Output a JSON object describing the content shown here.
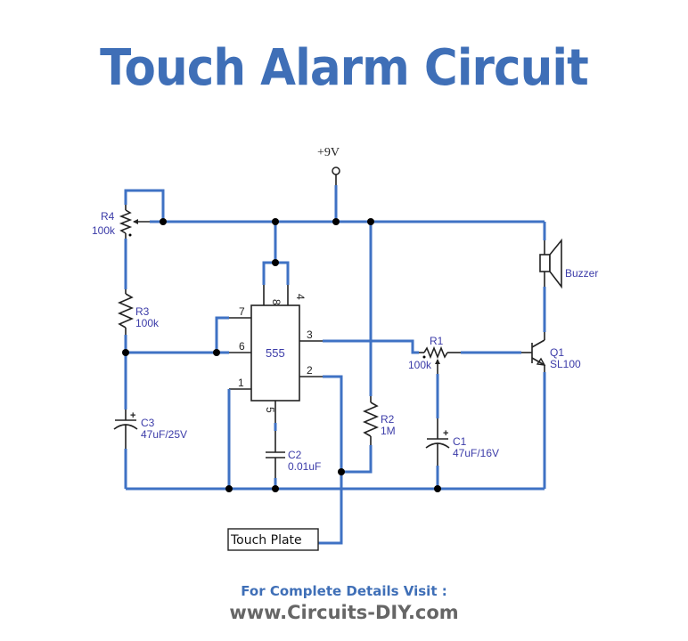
{
  "title": "Touch Alarm Circuit",
  "footer": {
    "line1": "For Complete Details Visit :",
    "line2": "www.Circuits-DIY.com"
  },
  "supply": {
    "label": "+9V"
  },
  "ic": {
    "label": "555",
    "pins": {
      "p1": "1",
      "p2": "2",
      "p3": "3",
      "p4": "4",
      "p5": "5",
      "p6": "6",
      "p7": "7",
      "p8": "8"
    }
  },
  "components": {
    "r4": {
      "name": "R4",
      "value": "100k"
    },
    "r3": {
      "name": "R3",
      "value": "100k"
    },
    "c3": {
      "name": "C3",
      "value": "47uF/25V"
    },
    "c2": {
      "name": "C2",
      "value": "0.01uF"
    },
    "r2": {
      "name": "R2",
      "value": "1M"
    },
    "r1": {
      "name": "R1",
      "value": "100k"
    },
    "c1": {
      "name": "C1",
      "value": "47uF/16V"
    },
    "q1": {
      "name": "Q1",
      "value": "SL100"
    },
    "buzzer": {
      "name": "Buzzer"
    },
    "touch_plate": {
      "name": "Touch Plate"
    }
  },
  "polarity_mark": "+",
  "colors": {
    "wire": "#3f72c4",
    "title": "#3f6fb7",
    "label": "#3b3ba8",
    "footer_url": "#666666"
  }
}
